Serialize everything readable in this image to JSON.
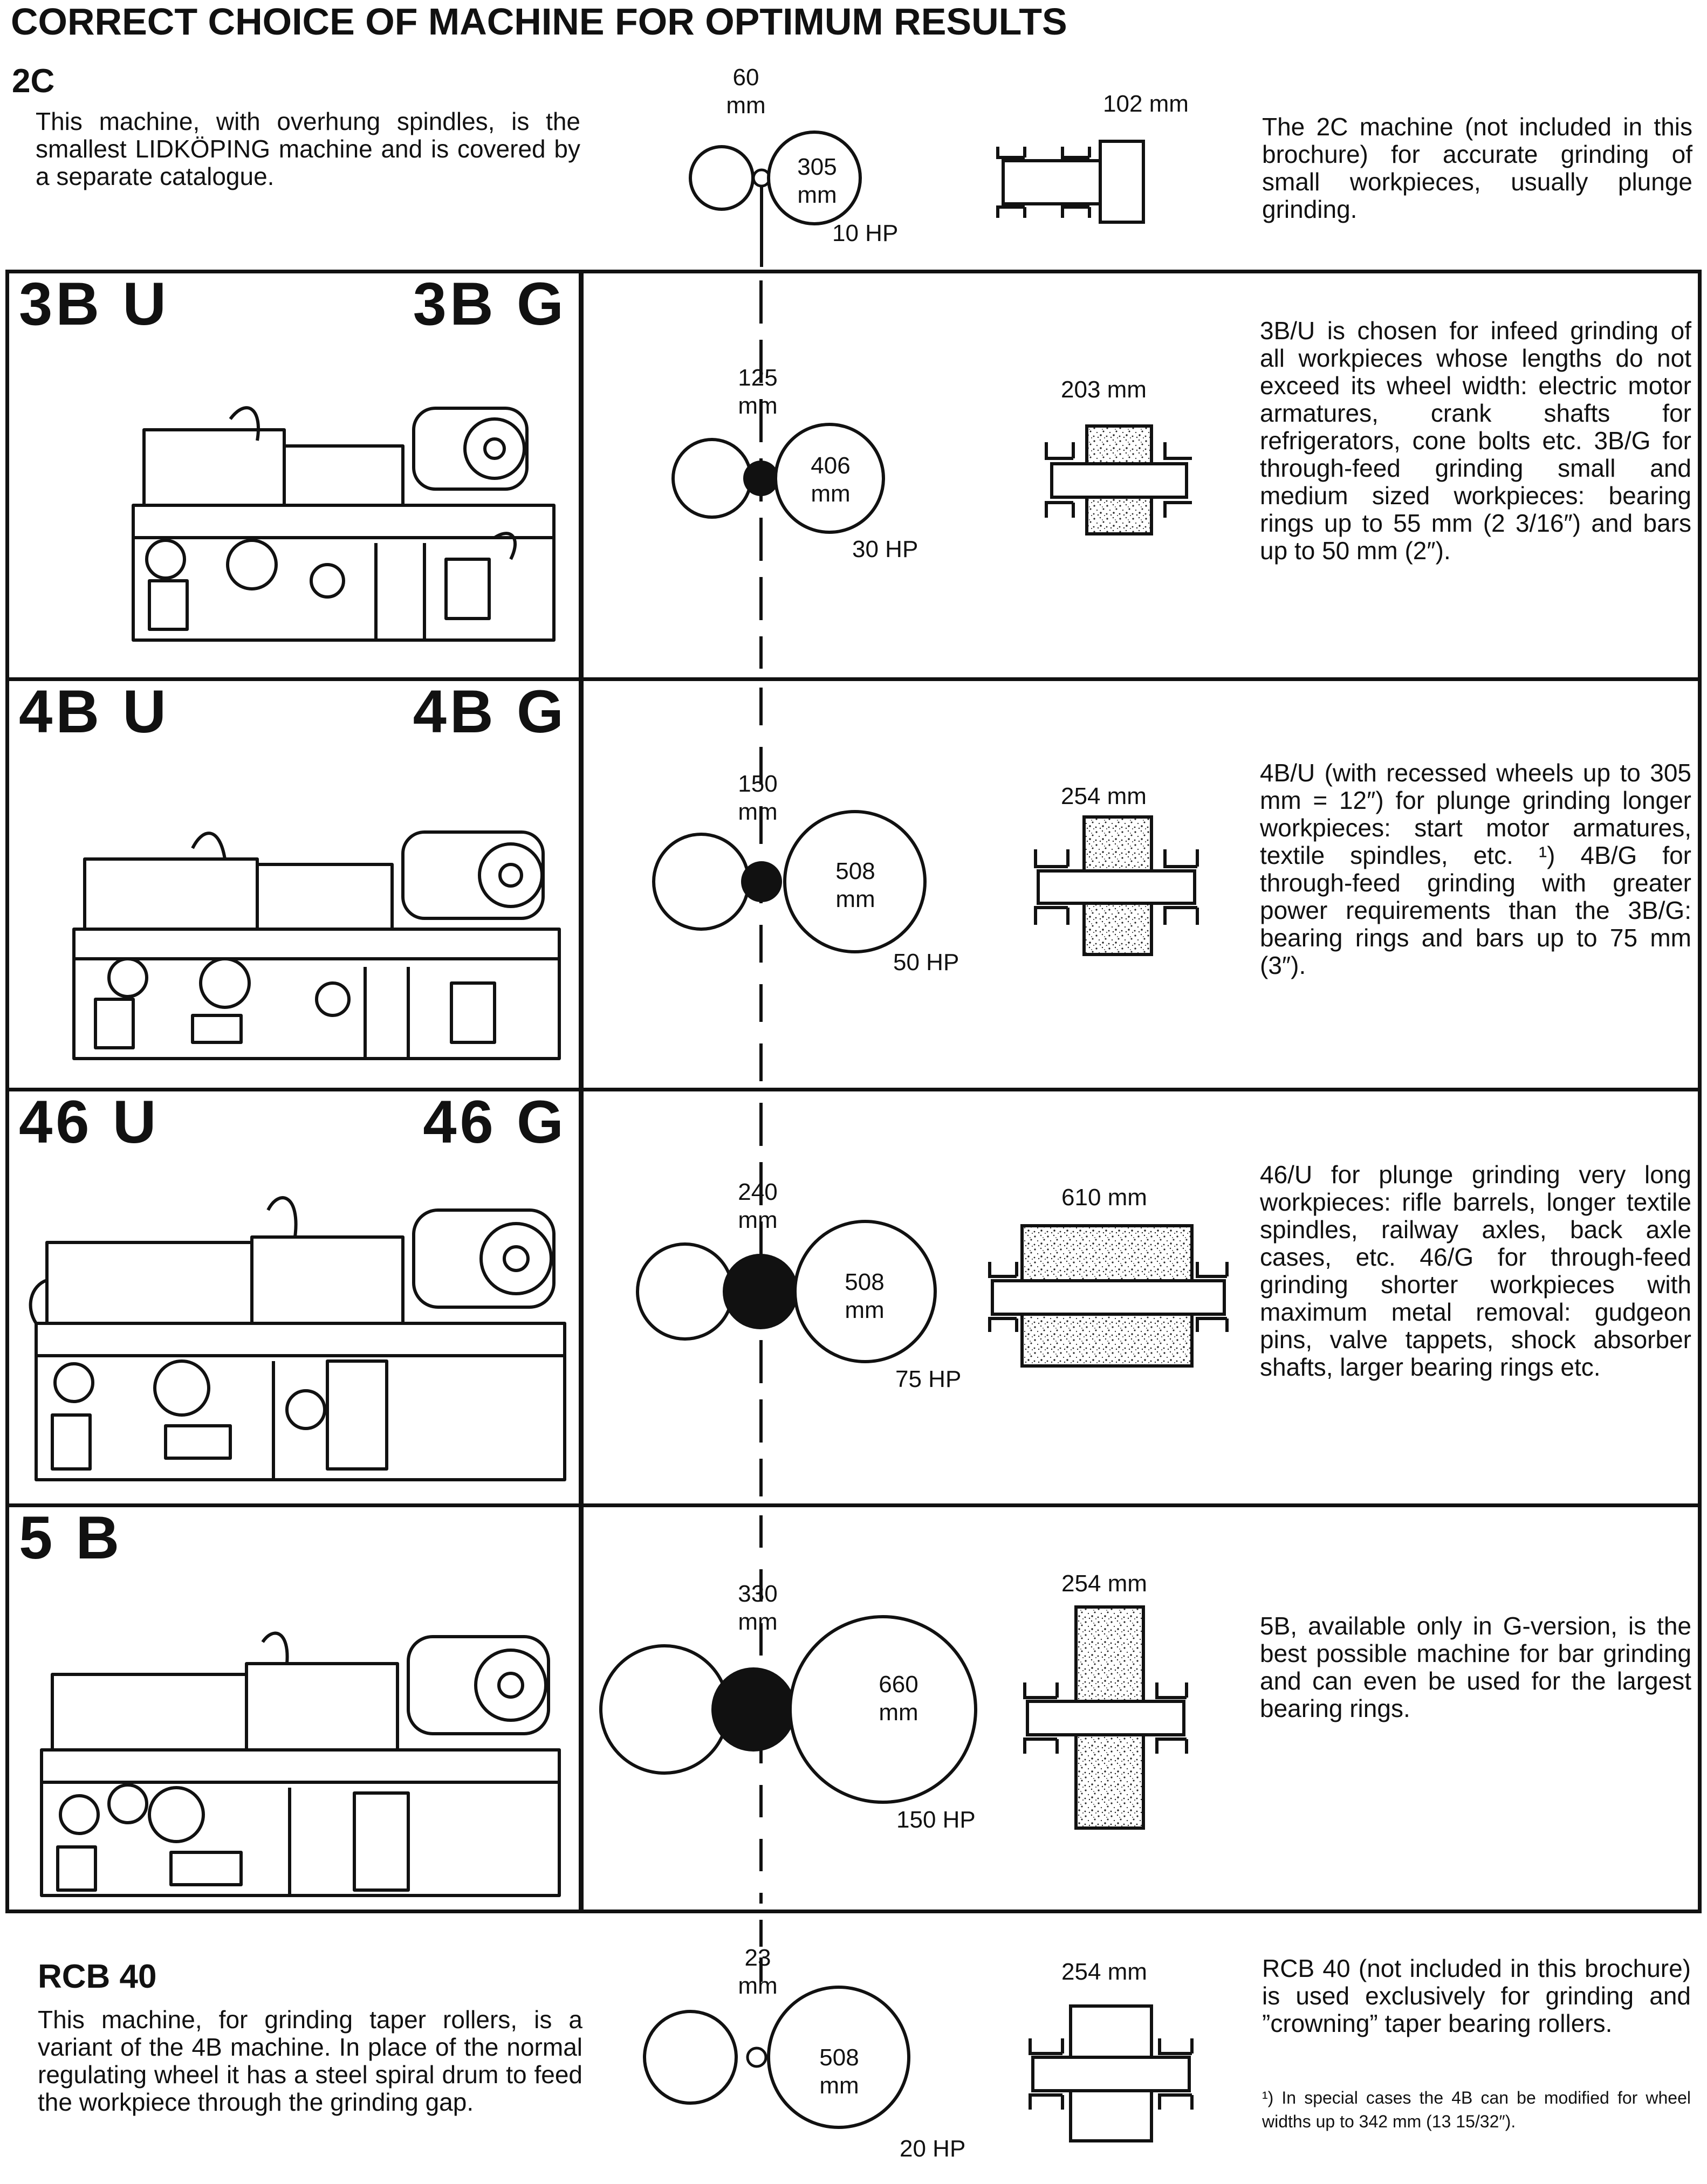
{
  "title": "CORRECT CHOICE OF MACHINE FOR OPTIMUM RESULTS",
  "rows": [
    {
      "name": "2C",
      "left_text": "This machine, with overhung spindles, is the smallest LIDKÖPING machine and is covered by a separate catalogue.",
      "reg_label": [
        "60",
        "mm"
      ],
      "wheel_label": [
        "305",
        "mm"
      ],
      "hp": "10  HP",
      "width": "102 mm",
      "text": "The 2C machine (not included in this brochure) for accurate grinding of small workpieces, usually plunge grinding."
    },
    {
      "name_u": "3B U",
      "name_g": "3B G",
      "reg_label": [
        "125",
        "mm"
      ],
      "wheel_label": [
        "406",
        "mm"
      ],
      "hp": "30  HP",
      "width": "203 mm",
      "text": "3B/U is chosen for infeed grinding of all workpieces whose lengths do not exceed its wheel width: electric motor armatures, crank shafts for refrigerators, cone bolts etc. 3B/G for through-feed grinding small and medium sized workpieces: bearing rings up to 55 mm (2 3/16″) and bars up to 50 mm (2″)."
    },
    {
      "name_u": "4B U",
      "name_g": "4B G",
      "reg_label": [
        "150",
        "mm"
      ],
      "wheel_label": [
        "508",
        "mm"
      ],
      "hp": "50  HP",
      "width": "254 mm",
      "text": "4B/U (with recessed wheels up to 305 mm = 12″) for plunge grinding longer workpieces: start motor armatures, textile spindles, etc. ¹) 4B/G for through-feed grinding with greater power requirements than the 3B/G: bearing rings and bars up to 75 mm (3″)."
    },
    {
      "name_u": "46 U",
      "name_g": "46 G",
      "reg_label": [
        "240",
        "mm"
      ],
      "wheel_label": [
        "508",
        "mm"
      ],
      "hp": "75  HP",
      "width": "610 mm",
      "text": "46/U for plunge grinding very long workpieces: rifle barrels, longer textile spindles, railway axles, back axle cases, etc. 46/G for through-feed grinding shorter workpieces with maximum metal removal: gudgeon pins, valve tappets, shock absorber shafts, larger bearing rings etc."
    },
    {
      "name_u": "5 B",
      "reg_label": [
        "330",
        "mm"
      ],
      "wheel_label": [
        "660",
        "mm"
      ],
      "hp": "150  HP",
      "width": "254 mm",
      "text": "5B, available only in G-version, is the best possible machine for bar grinding and can even be used for the largest bearing rings."
    },
    {
      "name": "RCB 40",
      "left_text": "This machine, for grinding taper rollers, is a variant of the 4B machine. In place of the normal regulating wheel it has a steel spiral drum to feed the workpiece through the grinding gap.",
      "reg_label": [
        "23",
        "mm"
      ],
      "wheel_label": [
        "508",
        "mm"
      ],
      "hp": "20  HP",
      "width": "254 mm",
      "text": "RCB 40 (not included in this brochure) is used exclusively for grinding and ”crowning” taper bearing rollers.",
      "footnote": "¹) In special cases the 4B can be modified for wheel widths up to 342 mm (13 15/32″)."
    }
  ]
}
